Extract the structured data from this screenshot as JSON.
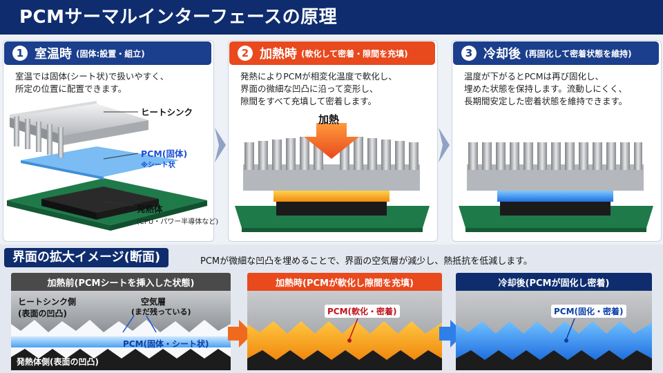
{
  "header": {
    "title": "PCMサーマルインターフェースの原理"
  },
  "steps": [
    {
      "num": "1",
      "title": "室温時",
      "subtitle": "(固体:設置・組立)",
      "desc1": "室温では固体(シート状)で扱いやすく、",
      "desc2": "所定の位置に配置できます。",
      "desc3": ""
    },
    {
      "num": "2",
      "title": "加熱時",
      "subtitle": "(軟化して密着・隙間を充填)",
      "desc1": "発熱によりPCMが相変化温度で軟化し、",
      "desc2": "界面の微細な凹凸に沿って変形し、",
      "desc3": "隙間をすべて充填して密着します。"
    },
    {
      "num": "3",
      "title": "冷却後",
      "subtitle": "(再固化して密着状態を維持)",
      "desc1": "温度が下がるとPCMは再び固化し、",
      "desc2": "埋めた状態を保持します。流動しにくく、",
      "desc3": "長期間安定した密着状態を維持できます。"
    }
  ],
  "labels": {
    "heatsink": "ヒートシンク",
    "pcm_solid": "PCM(固体)",
    "pcm_sheet": "※シート状",
    "heat_source": "発熱体",
    "heat_source_note": "(CPU・パワー半導体など)",
    "heating": "加熱"
  },
  "section2": {
    "title": "界面の拡大イメージ(断面)",
    "desc": "PCMが微細な凹凸を埋めることで、界面の空気層が減少し、熱抵抗を低減します。",
    "boxes": [
      {
        "header": "加熱前(PCMシートを挿入した状態)",
        "hs_side1": "ヒートシンク側",
        "hs_side2": "(表面の凹凸)",
        "air1": "空気層",
        "air2": "(まだ残っている)",
        "pcm": "PCM(固体・シート状)",
        "bottom": "発熱体側(表面の凹凸)"
      },
      {
        "header": "加熱時(PCMが軟化し隙間を充填)",
        "pcm": "PCM(軟化・密着)"
      },
      {
        "header": "冷却後(PCMが固化し密着)",
        "pcm": "PCM(固化・密着)"
      }
    ]
  },
  "colors": {
    "navy": "#0f2d6e",
    "orange": "#e8491d",
    "blue_pcm": "#3a9af0",
    "orange_pcm": "#f59a1a",
    "green_board": "#1f7a4a"
  }
}
